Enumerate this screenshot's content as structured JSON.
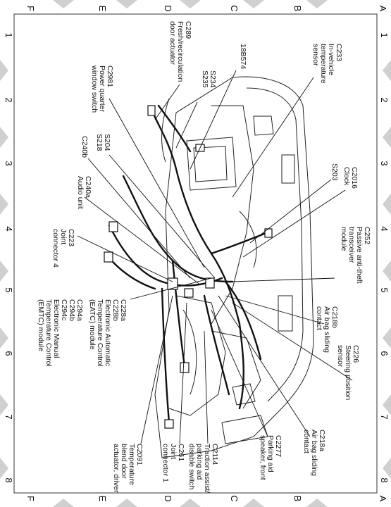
{
  "grid": {
    "rows": [
      "A",
      "B",
      "C",
      "D",
      "E",
      "F"
    ],
    "cols": [
      "1",
      "2",
      "3",
      "4",
      "5",
      "6",
      "7",
      "8"
    ]
  },
  "callouts": [
    {
      "id": "c233",
      "lines": [
        "C233",
        "In-vehicle",
        "temperature",
        "sensor"
      ]
    },
    {
      "id": "c289",
      "lines": [
        "C289",
        "Fresh/recirculation",
        "door actuator"
      ]
    },
    {
      "id": "s234",
      "lines": [
        "S234",
        "S235"
      ]
    },
    {
      "id": "b18",
      "lines": [
        "18B574"
      ]
    },
    {
      "id": "c2981",
      "lines": [
        "C2981",
        "Power quarter",
        "window switch"
      ]
    },
    {
      "id": "s204",
      "lines": [
        "S204",
        "S218"
      ]
    },
    {
      "id": "c240b",
      "lines": [
        "C240b"
      ]
    },
    {
      "id": "c240a",
      "lines": [
        "C240a",
        "Audio unit"
      ]
    },
    {
      "id": "c223",
      "lines": [
        "C223",
        "Joint",
        "connector 4"
      ]
    },
    {
      "id": "c228",
      "lines": [
        "C228a",
        "C228b",
        "Electronic Automatic",
        "Temperature Control",
        "(EATC) module"
      ]
    },
    {
      "id": "c294",
      "lines": [
        "C294a",
        "C294b",
        "C294c",
        "Electronic Manual",
        "Temperature Control",
        "(EMTC) module"
      ]
    },
    {
      "id": "c2091",
      "lines": [
        "C2091",
        "Temperature",
        "blend door",
        "actuator, driver"
      ]
    },
    {
      "id": "c261",
      "lines": [
        "C261",
        "Joint",
        "connector 1"
      ]
    },
    {
      "id": "c2114",
      "lines": [
        "C2114",
        "Traction assist/",
        "parking aid",
        "disable switch"
      ]
    },
    {
      "id": "c2277",
      "lines": [
        "C2277",
        "Parking aid",
        "speaker, front"
      ]
    },
    {
      "id": "c218a",
      "lines": [
        "C218a",
        "Air bag sliding",
        "contact"
      ]
    },
    {
      "id": "c226",
      "lines": [
        "C226",
        "Steering position",
        "sensor"
      ]
    },
    {
      "id": "c218b",
      "lines": [
        "C218b",
        "Air bag sliding",
        "contact"
      ]
    },
    {
      "id": "c252",
      "lines": [
        "C252",
        "Passive anti-theft",
        "transceiver",
        "module"
      ]
    },
    {
      "id": "c2016",
      "lines": [
        "C2016",
        "Clock"
      ]
    },
    {
      "id": "s203",
      "lines": [
        "S203"
      ]
    }
  ]
}
